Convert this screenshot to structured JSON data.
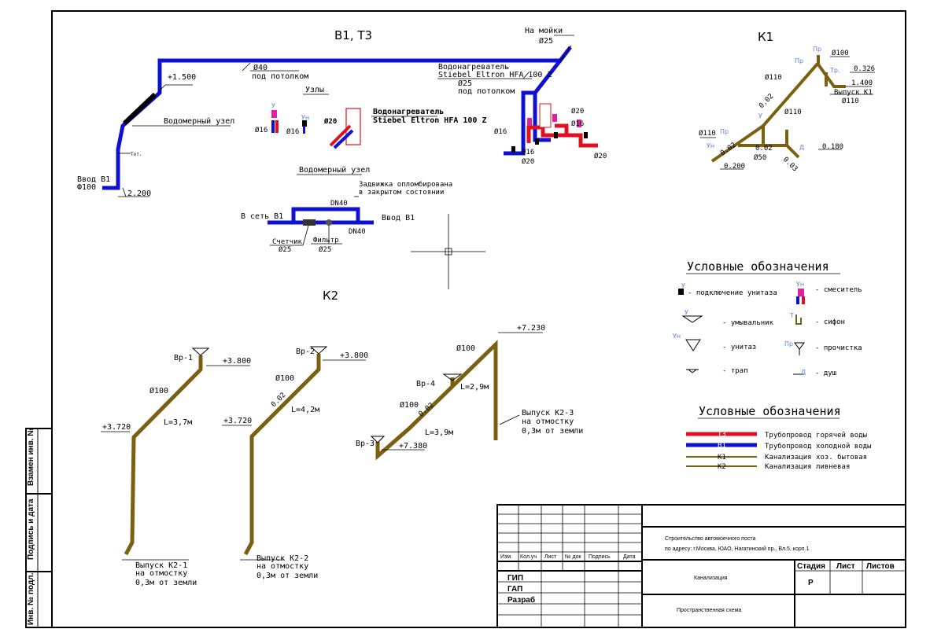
{
  "colors": {
    "hot": "#e01020",
    "cold": "#1010d0",
    "sewer": "#7a6010",
    "frame": "#000000"
  },
  "water": {
    "title": "В1, Т3",
    "to_sinks": "На мойки",
    "d25_top": "Ø25",
    "d40": "Ø40",
    "under_ceiling": "под потолком",
    "elev_1500": "+1.500",
    "meter_node": "Водомерный узел",
    "heater_label": "Водонагреватель",
    "heater_model": "Stiebel Eltron HFA 100 Z",
    "d25_heater": "Ø25",
    "under_ceiling_2": "под потолком",
    "input_b1": "Ввод В1",
    "input_d100": "Ф100",
    "elev_2200": "2.200",
    "d16": "Ø16",
    "d16b": "Ø16",
    "d20a": "Ø20",
    "d20b": "Ø20",
    "d20c": "Ø20",
    "d16c": "Ø16",
    "small_tag": "Тот."
  },
  "nodes": {
    "title": "Узлы",
    "heater_label": "Водонагреватель",
    "heater_model": "Stiebel Eltron HFA 100 Z",
    "d20": "Ø20",
    "d16a": "Ø16",
    "d16b": "Ø16"
  },
  "meter": {
    "title": "Водомерный узел",
    "valve_note_1": "Задвижка опломбирована",
    "valve_note_2": "в закрытом состоянии",
    "dn40a": "DN40",
    "dn40b": "DN40",
    "to_network": "В сеть В1",
    "input": "Ввод В1",
    "counter": "Счетчик",
    "counter_d": "Ø25",
    "filter": "Фильтр",
    "filter_d": "Ø25"
  },
  "k1": {
    "title": "К1",
    "d100": "Ø100",
    "elev_0326": "0.326",
    "elev_1400": "1.400",
    "d110_top": "Ø110",
    "outlet": "Выпуск К1",
    "outlet_d": "Ø110",
    "slope_002a": "0.02",
    "d110_mid": "Ø110",
    "d110_left": "Ø110",
    "slope_002b": "0.02",
    "slope_002c": "0.02",
    "d50": "Ø50",
    "slope_003": "0.03",
    "elev_0180": "0.180",
    "elev_0200": "0.200",
    "pr1": "Пр",
    "pr2": "Пр",
    "pr3": "Пр",
    "tr": "Тр.",
    "u": "У",
    "un": "Ун",
    "d": "Д"
  },
  "k2": {
    "title": "К2",
    "vr1": "Вр-1",
    "vr2": "Вр-2",
    "vr3": "Вр-3",
    "vr4": "Вр-4",
    "e3800a": "+3.800",
    "e3800b": "+3.800",
    "e3720a": "+3.720",
    "e3720b": "+3.720",
    "e7230": "+7.230",
    "e7380": "+7.380",
    "d100a": "Ø100",
    "d100b": "Ø100",
    "d100c": "Ø100",
    "d100d": "Ø100",
    "l37": "L=3,7м",
    "l42": "L=4,2м",
    "l39": "L=3,9м",
    "l29": "L=2,9м",
    "slope_a": "0.02",
    "slope_b": "0.02",
    "out1_a": "Выпуск К2-1",
    "out1_b": "на отмостку",
    "out1_c": "0,3м от земли",
    "out2_a": "Выпуск К2-2",
    "out2_b": "на отмостку",
    "out2_c": "0,3м от земли",
    "out3_a": "Выпуск К2-3",
    "out3_b": "на отмостку",
    "out3_c": "0,3м от земли"
  },
  "legend1": {
    "title": "Условные обозначения",
    "wc_conn": "- подключение унитаза",
    "mixer": "- смеситель",
    "sink": "- умывальник",
    "siphon": "- сифон",
    "toilet": "- унитаз",
    "cleanout": "- прочистка",
    "drain": "- трап",
    "shower": "- душ",
    "u1": "У",
    "un1": "Ун",
    "u2": "У",
    "un2": "Ун",
    "pr": "Пр",
    "t": "Т",
    "d": "Д"
  },
  "legend2": {
    "title": "Условные обозначения",
    "hot": "Трубопровод горячей воды",
    "cold": "Трубопровод холодной воды",
    "k1": "Канализация хоз. бытовая",
    "k2": "Канализация ливневая",
    "tag_t3": "Т3",
    "tag_b1": "В1",
    "tag_k1": "К1",
    "tag_k2": "К2"
  },
  "stamp": {
    "col_izm": "Изм.",
    "col_koluch": "Кол.уч",
    "col_list": "Лист",
    "col_ndok": "№ док",
    "col_podpis": "Подпись",
    "col_data": "Дата",
    "gip": "ГИП",
    "gap": "ГАП",
    "razrab": "Разраб",
    "project_1": "Строительство автомоечного поста",
    "project_2": "по адресу: г.Москва, ЮАО, Нагатинский пр., Вл.5, корп.1",
    "section": "Канализация",
    "stadia": "Стадия",
    "list": "Лист",
    "listov": "Листов",
    "stadia_val": "Р",
    "drawing": "Пространственная схема"
  },
  "side": {
    "vzam": "Взамен инв. №",
    "podpis": "Подпись и дата",
    "inv": "Инв. № подл."
  }
}
